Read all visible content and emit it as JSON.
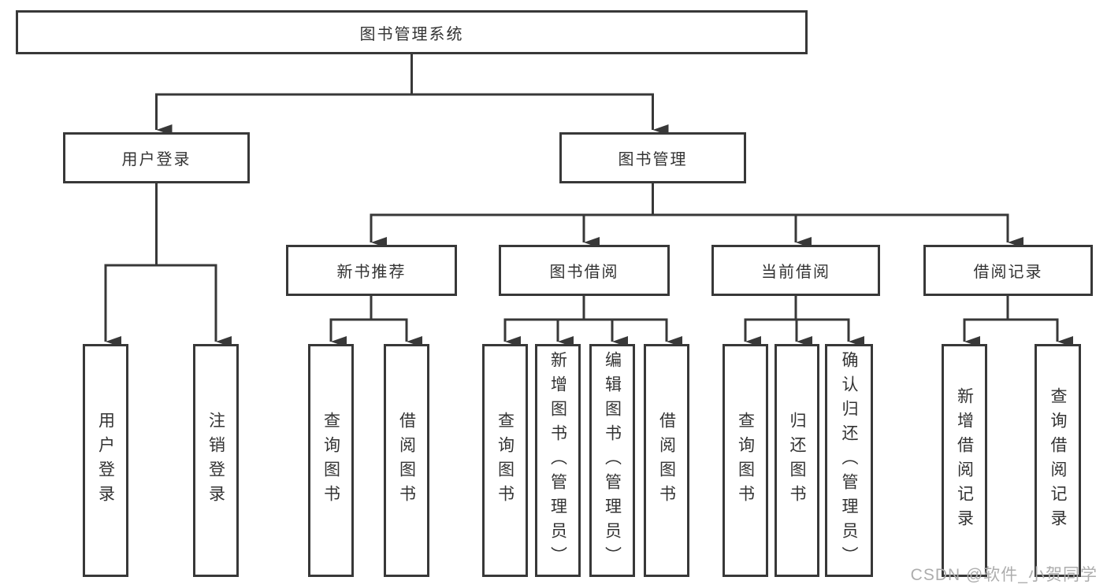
{
  "diagram": {
    "nodes": {
      "root": "图书管理系统",
      "user_login": "用户登录",
      "book_mgmt": "图书管理",
      "new_book_rec": "新书推荐",
      "book_borrow": "图书借阅",
      "current_borrow": "当前借阅",
      "borrow_records": "借阅记录",
      "leaves": {
        "user_login_leaf": "用户登录",
        "logout": "注销登录",
        "nr_query": "查询图书",
        "nr_borrow": "借阅图书",
        "bb_query": "查询图书",
        "bb_add": "新增图书（管理员）",
        "bb_edit": "编辑图书（管理员）",
        "bb_borrow": "借阅图书",
        "cb_query": "查询图书",
        "cb_return": "归还图书",
        "cb_confirm": "确认归还（管理员）",
        "br_add": "新增借阅记录",
        "br_query": "查询借阅记录"
      }
    },
    "colors": {
      "line": "#383838",
      "text": "#333333",
      "watermark": "#adadad",
      "background": "#ffffff"
    }
  },
  "watermark": "CSDN @软件_小贺同学"
}
